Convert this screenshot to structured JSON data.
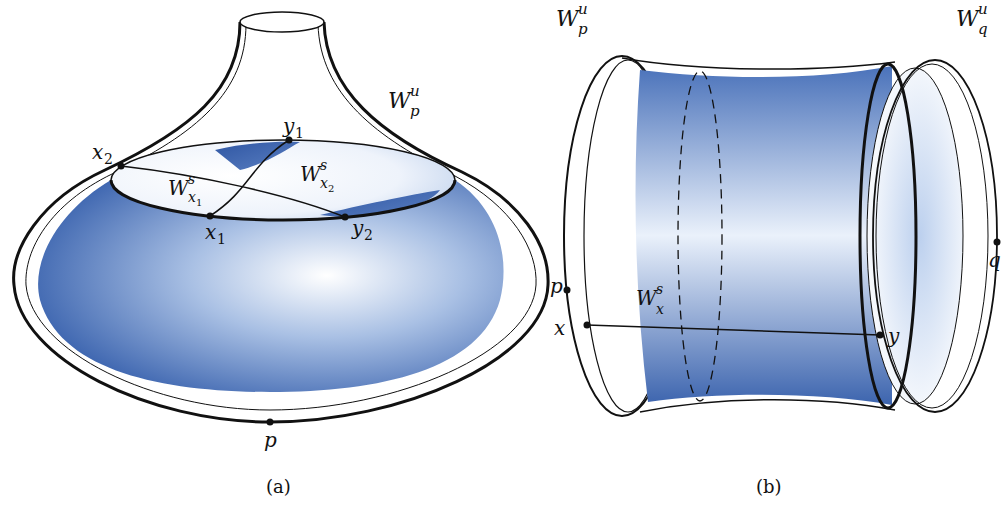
{
  "diagram": {
    "labels": [
      "W",
      "u",
      "p",
      "x",
      "2",
      "y",
      "1",
      "W",
      "s",
      "x",
      "1",
      "W",
      "s",
      "x",
      "2",
      "x",
      "1",
      "y",
      "2",
      "p",
      "(a)",
      "W",
      "u",
      "p",
      "W",
      "u",
      "q",
      "p",
      "W",
      "s",
      "x",
      "x",
      "y",
      "q",
      "(b)"
    ]
  }
}
